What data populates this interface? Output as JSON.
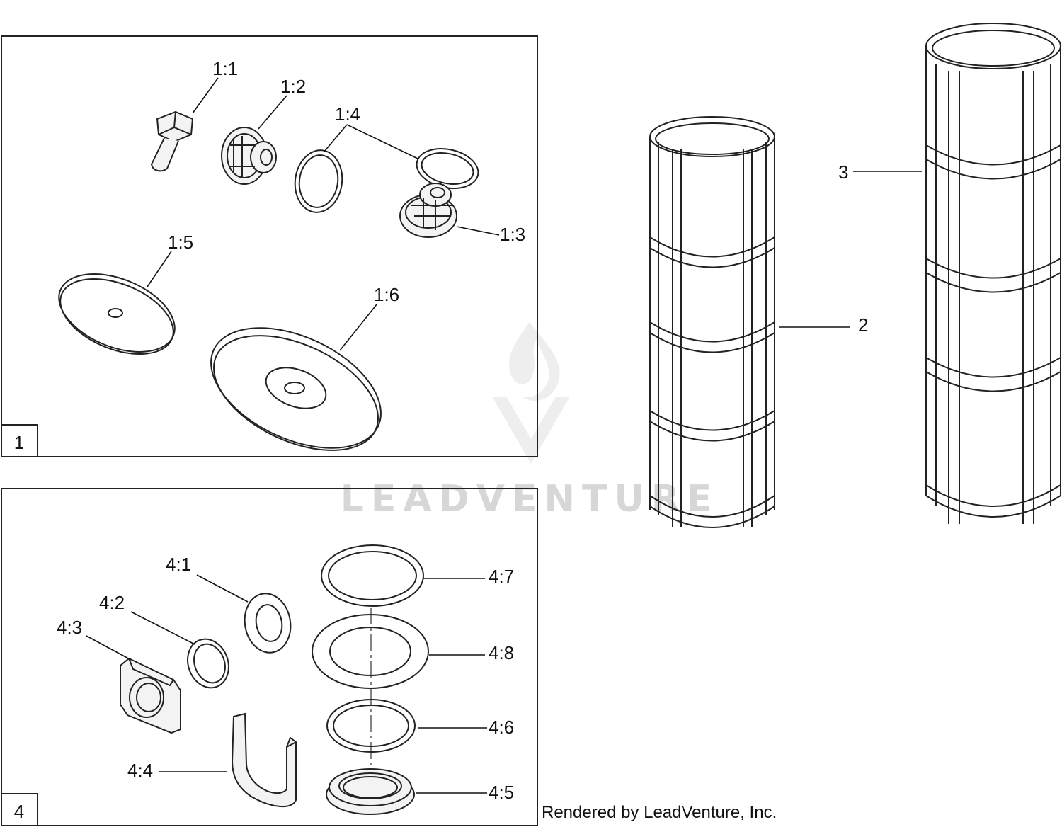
{
  "panels": [
    {
      "id": "panel-1",
      "label": "1"
    },
    {
      "id": "panel-4",
      "label": "4"
    }
  ],
  "callouts": {
    "c1_1": "1:1",
    "c1_2": "1:2",
    "c1_3": "1:3",
    "c1_4": "1:4",
    "c1_5": "1:5",
    "c1_6": "1:6",
    "c2": "2",
    "c3": "3",
    "c4_1": "4:1",
    "c4_2": "4:2",
    "c4_3": "4:3",
    "c4_4": "4:4",
    "c4_5": "4:5",
    "c4_6": "4:6",
    "c4_7": "4:7",
    "c4_8": "4:8"
  },
  "watermark": "LEADVENTURE",
  "credit": "Rendered by LeadVenture, Inc."
}
